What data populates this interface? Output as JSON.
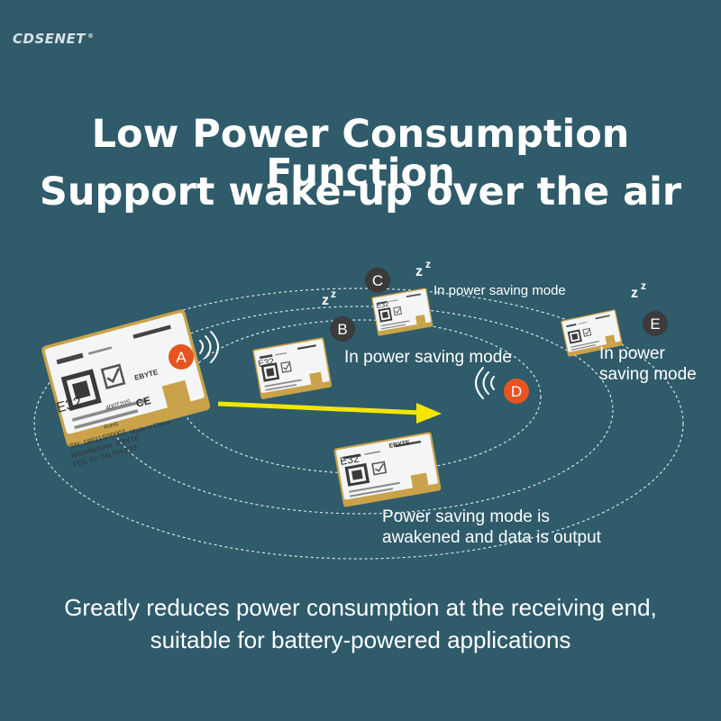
{
  "brand": {
    "name": "CDSENET",
    "mark": "®"
  },
  "headline": {
    "line1": "Low Power Consumption Function",
    "line2": "Support wake-up over the air"
  },
  "nodes": [
    {
      "letter": "A",
      "color": "#e8541f"
    },
    {
      "letter": "B",
      "color": "#3b3b3b"
    },
    {
      "letter": "C",
      "color": "#3b3b3b"
    },
    {
      "letter": "D",
      "color": "#e8541f"
    },
    {
      "letter": "E",
      "color": "#3b3b3b"
    }
  ],
  "captions": {
    "b": "In power saving mode",
    "c": "In power saving mode",
    "e_line1": "In power",
    "e_line2": "saving mode",
    "d_line1": "Power saving mode is",
    "d_line2": "awakened and data is output"
  },
  "sleep_text": "z",
  "module": {
    "model": "E32",
    "part": "400T20S",
    "sn": "SN: 18011S00001",
    "manufacturer": "Manufacturer: EBYTE",
    "fcc": "FCC ID: 2ALPH-E32",
    "origin": "Made in China",
    "brand": "EBYTE",
    "ce": "CE",
    "rohs": "RoHS"
  },
  "footer": {
    "line1": "Greatly reduces power consumption at the receiving end,",
    "line2": "suitable for battery-powered applications"
  },
  "colors": {
    "background": "#2f5b6b",
    "arrow": "#f2e600",
    "orbit": "#d9e3e6"
  }
}
